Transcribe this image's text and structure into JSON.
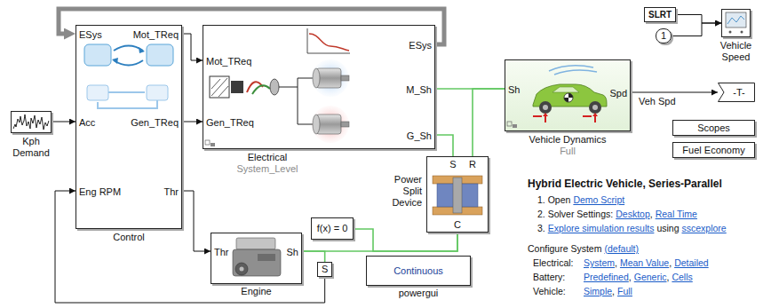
{
  "diagram": {
    "title": "Hybrid Electric Vehicle, Series-Parallel",
    "nodes": [
      {
        "text": [
          "Kph Demand"
        ]
      },
      {
        "text": [
          "ESys",
          "Mot_TReq",
          "Acc",
          "Gen_TReq",
          "Eng RPM",
          "Thr",
          "Control"
        ]
      },
      {
        "text": [
          "Mot_TReq",
          "Gen_TReq",
          "ESys",
          "M_Sh",
          "G_Sh",
          "Electrical",
          "System_Level"
        ]
      },
      {
        "text": [
          "Thr",
          "Sh",
          "Engine"
        ]
      },
      {
        "text": [
          "f(x) = 0"
        ]
      },
      {
        "text": [
          "S"
        ]
      },
      {
        "text": [
          "Continuous",
          "powergui"
        ]
      },
      {
        "text": [
          "Power Split Device",
          "S",
          "R",
          "C"
        ]
      },
      {
        "text": [
          "Sh",
          "Spd",
          "Vehicle Dynamics",
          "Full"
        ]
      },
      {
        "text": [
          "SLRT"
        ]
      },
      {
        "text": [
          "1"
        ]
      },
      {
        "text": [
          "Vehicle Speed"
        ]
      },
      {
        "text": [
          "-T-"
        ]
      },
      {
        "text": [
          "Scopes"
        ]
      },
      {
        "text": [
          "Fuel Economy"
        ]
      }
    ],
    "edges": [
      {
        "from": 0,
        "to": 1,
        "arrow": "to"
      },
      {
        "from": 1,
        "to": 2,
        "arrow": "to"
      },
      {
        "from": 1,
        "to": 2,
        "arrow": "to"
      },
      {
        "from": 2,
        "to": 1,
        "arrow": "to"
      },
      {
        "from": 1,
        "to": 3,
        "arrow": "to"
      },
      {
        "from": 2,
        "to": 8,
        "arrow": "none"
      },
      {
        "from": 2,
        "to": 7,
        "arrow": "none"
      },
      {
        "from": 7,
        "to": 8,
        "arrow": "none"
      },
      {
        "from": 3,
        "to": 7,
        "arrow": "none"
      },
      {
        "from": 4,
        "to": 7,
        "arrow": "none"
      },
      {
        "from": 3,
        "to": 5,
        "arrow": "none"
      },
      {
        "from": 5,
        "to": 1,
        "arrow": "to"
      },
      {
        "from": 8,
        "to": 12,
        "label": "Veh Spd",
        "arrow": "to"
      },
      {
        "from": 9,
        "to": 11,
        "arrow": "to"
      },
      {
        "from": 10,
        "to": 11,
        "arrow": "to"
      }
    ],
    "labels": [
      "1. Open",
      "Demo Script",
      "2. Solver Settings:",
      "Desktop",
      ",",
      "Real Time",
      "3.",
      "Explore simulation results",
      "using",
      "sscexplore",
      "Configure System",
      "(default)",
      "Electrical:",
      "System",
      ",",
      "Mean Value",
      ",",
      "Detailed",
      "Battery:",
      "Predefined",
      ",",
      "Generic",
      ",",
      "Cells",
      "Vehicle:",
      "Simple",
      ",",
      "Full"
    ]
  }
}
